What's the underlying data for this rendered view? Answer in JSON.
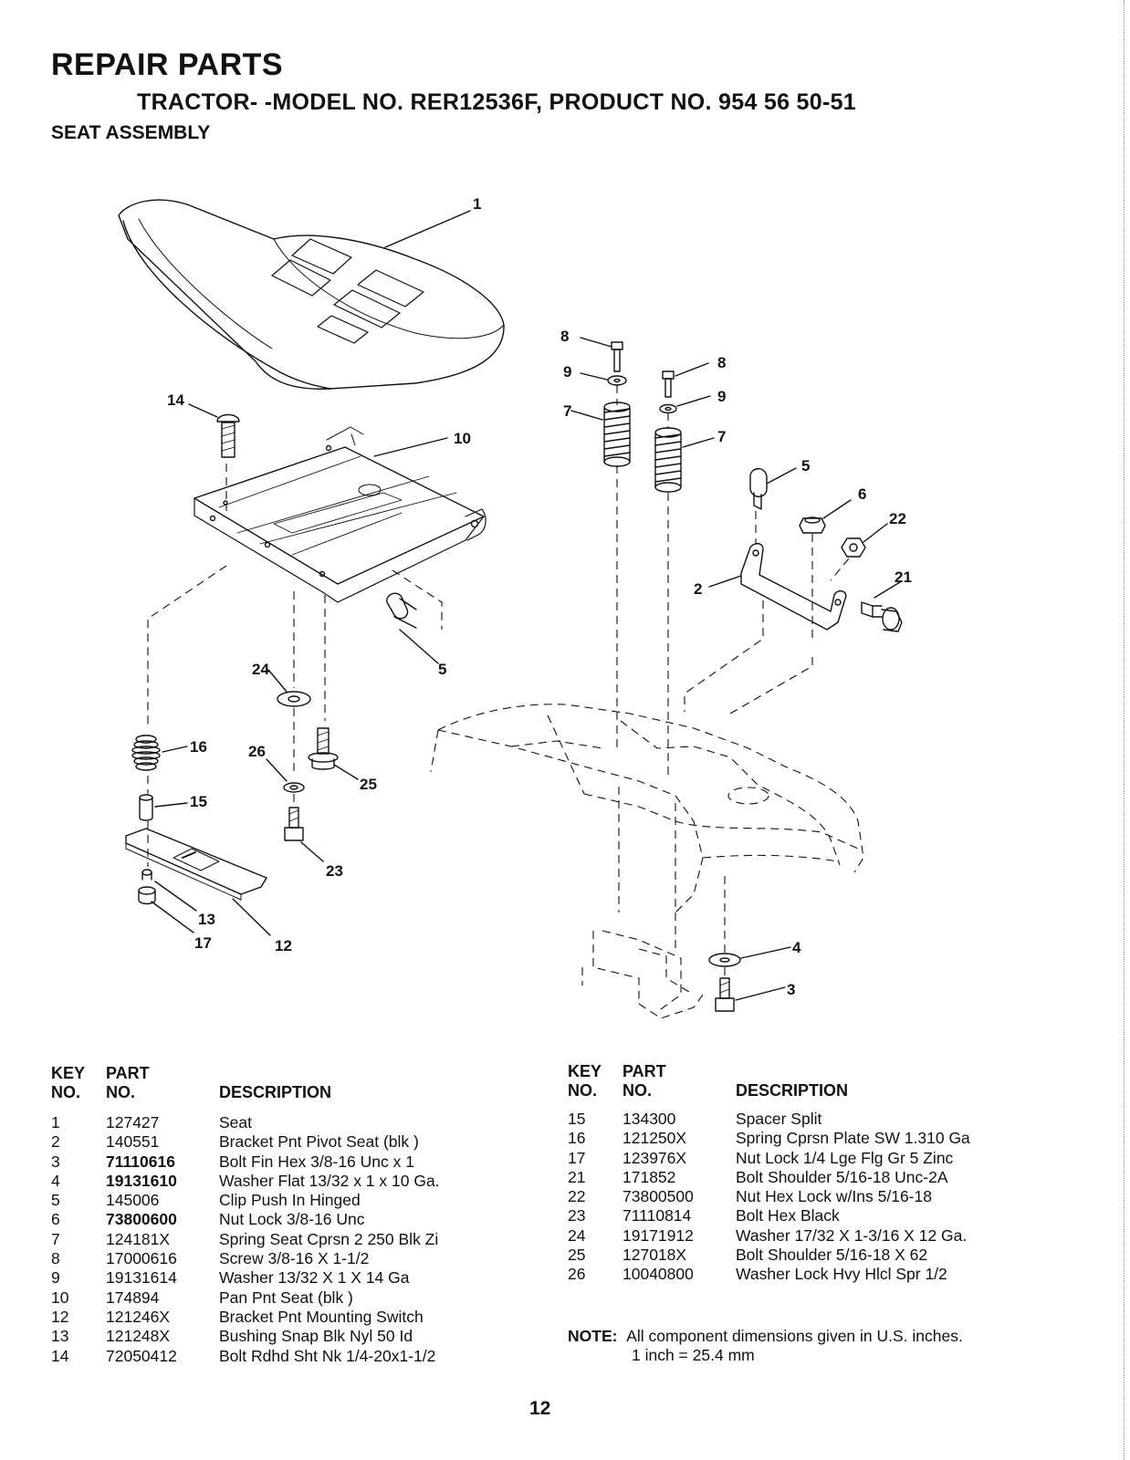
{
  "header": {
    "title": "REPAIR PARTS",
    "subtitle": "TRACTOR- -MODEL NO. RER12536F, PRODUCT NO. 954 56 50-51",
    "section": "SEAT ASSEMBLY"
  },
  "callouts": {
    "c1": "1",
    "c14": "14",
    "c10": "10",
    "c8a": "8",
    "c9a": "9",
    "c7a": "7",
    "c8b": "8",
    "c9b": "9",
    "c7b": "7",
    "c5a": "5",
    "c6": "6",
    "c22": "22",
    "c21": "21",
    "c2": "2",
    "c5b": "5",
    "c24": "24",
    "c16": "16",
    "c26": "26",
    "c25": "25",
    "c15": "15",
    "c23": "23",
    "c13": "13",
    "c17": "17",
    "c12": "12",
    "c4": "4",
    "c3": "3"
  },
  "table_headers": {
    "key_top": "KEY",
    "key_bottom": "NO.",
    "part_top": "PART",
    "part_bottom": "NO.",
    "description": "DESCRIPTION"
  },
  "parts_left": [
    {
      "key": "1",
      "part": "127427",
      "desc": "Seat"
    },
    {
      "key": "2",
      "part": "140551",
      "desc": "Bracket Pnt Pivot Seat (blk )"
    },
    {
      "key": "3",
      "part": "71110616",
      "desc": "Bolt Fin Hex  3/8-16 Unc x 1"
    },
    {
      "key": "4",
      "part": "19131610",
      "desc": "Washer Flat  13/32 x 1 x 10 Ga."
    },
    {
      "key": "5",
      "part": "145006",
      "desc": "Clip Push In Hinged"
    },
    {
      "key": "6",
      "part": "73800600",
      "desc": "Nut Lock 3/8-16 Unc"
    },
    {
      "key": "7",
      "part": "124181X",
      "desc": "Spring Seat Cprsn 2 250 Blk Zi"
    },
    {
      "key": "8",
      "part": "17000616",
      "desc": "Screw 3/8-16 X 1-1/2"
    },
    {
      "key": "9",
      "part": "19131614",
      "desc": "Washer 13/32 X 1 X 14 Ga"
    },
    {
      "key": "10",
      "part": "174894",
      "desc": "Pan Pnt Seat (blk )"
    },
    {
      "key": "12",
      "part": "121246X",
      "desc": "Bracket Pnt Mounting Switch"
    },
    {
      "key": "13",
      "part": "121248X",
      "desc": "Bushing Snap Blk Nyl 50 Id"
    },
    {
      "key": "14",
      "part": "72050412",
      "desc": "Bolt Rdhd Sht Nk 1/4-20x1-1/2"
    }
  ],
  "parts_right": [
    {
      "key": "15",
      "part": "134300",
      "desc": "Spacer Split"
    },
    {
      "key": "16",
      "part": "121250X",
      "desc": "Spring Cprsn Plate SW 1.310 Ga"
    },
    {
      "key": "17",
      "part": "123976X",
      "desc": "Nut Lock 1/4 Lge Flg Gr 5 Zinc"
    },
    {
      "key": "21",
      "part": "171852",
      "desc": "Bolt Shoulder 5/16-18 Unc-2A"
    },
    {
      "key": "22",
      "part": "73800500",
      "desc": "Nut Hex Lock w/Ins 5/16-18"
    },
    {
      "key": "23",
      "part": "71110814",
      "desc": "Bolt Hex Black"
    },
    {
      "key": "24",
      "part": "19171912",
      "desc": "Washer 17/32 X 1-3/16 X 12 Ga."
    },
    {
      "key": "25",
      "part": "127018X",
      "desc": "Bolt Shoulder 5/16-18 X 62"
    },
    {
      "key": "26",
      "part": "10040800",
      "desc": "Washer Lock Hvy Hlcl Spr 1/2"
    }
  ],
  "note": {
    "label": "NOTE:",
    "line1": "All component dimensions given in U.S. inches.",
    "line2": "1 inch = 25.4 mm"
  },
  "page_number": "12"
}
